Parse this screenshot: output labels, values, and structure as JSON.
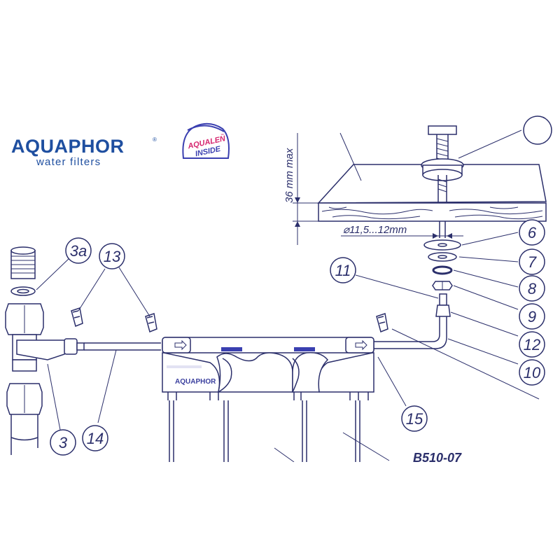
{
  "colors": {
    "line": "#2b2f6b",
    "brand_blue": "#1f4fa0",
    "accent_blue": "#3a3fb0",
    "aqualen_pink": "#d6266f"
  },
  "logo": {
    "brand": "AQUAPHOR",
    "registered": "®",
    "tagline": "water filters"
  },
  "aqualen_badge": {
    "line1": "AQUALEN",
    "tm": "™",
    "line2": "INSIDE"
  },
  "dimensions": {
    "max_thickness": "36 mm max",
    "hole_diameter": "⌀11,5...12mm"
  },
  "part_labels": {
    "p3a": "3a",
    "p13": "13",
    "p11": "11",
    "p6": "6",
    "p7": "7",
    "p8": "8",
    "p9": "9",
    "p12": "12",
    "p10": "10",
    "p15": "15",
    "p14": "14",
    "p3": "3"
  },
  "housing_logo": "AQUAPHOR",
  "model_code": "B510-07"
}
